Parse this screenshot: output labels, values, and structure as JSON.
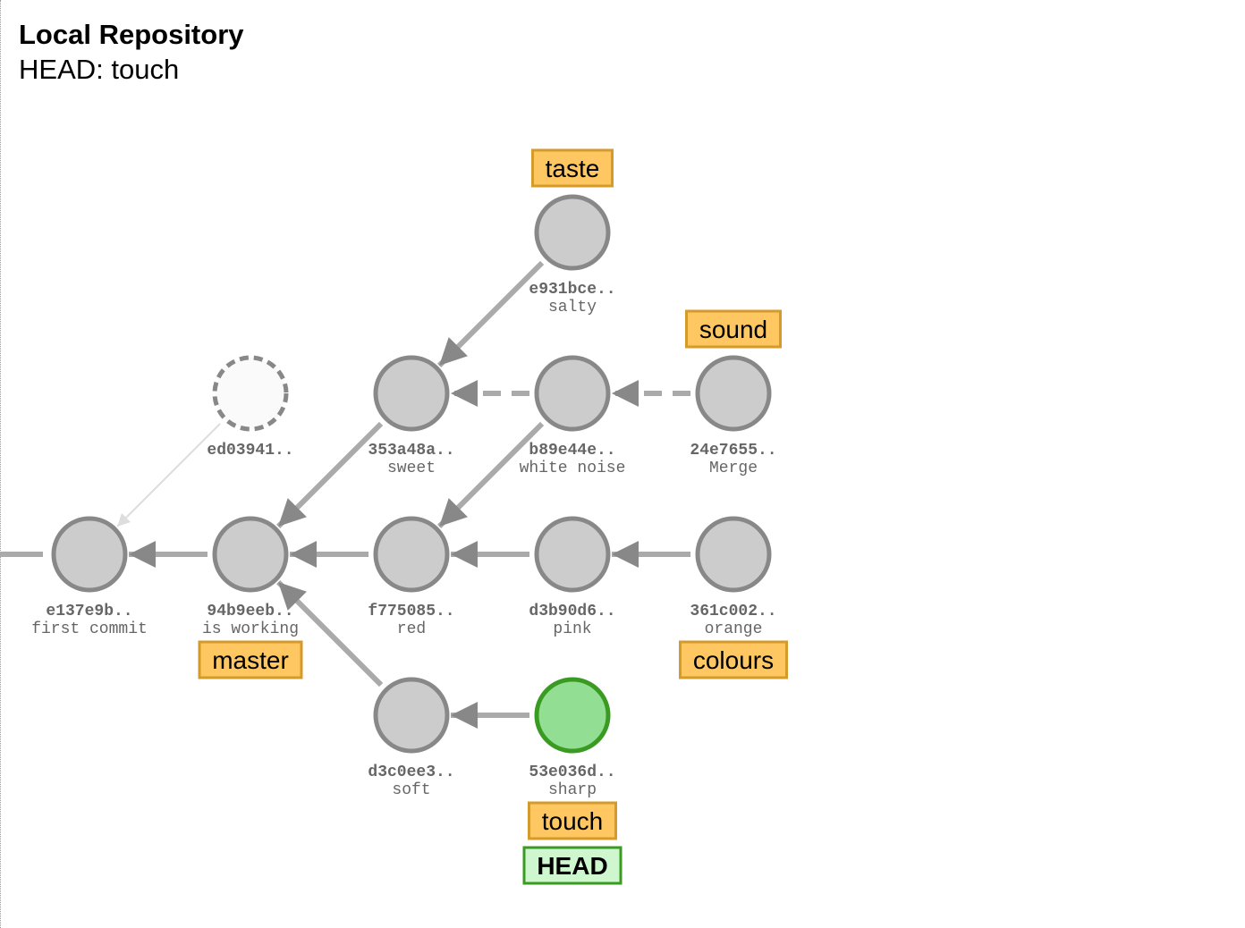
{
  "header": {
    "title": "Local Repository",
    "head_label": "HEAD: touch"
  },
  "colors": {
    "node_fill": "#cccccc",
    "node_stroke": "#888888",
    "head_node_fill": "#92de92",
    "head_node_stroke": "#3a9a22",
    "branch_fill": "#fec762",
    "branch_stroke": "#d49a2a",
    "head_tag_fill": "#cff7cf",
    "head_tag_stroke": "#3a9a22",
    "edge": "#aaaaaa"
  },
  "commits": [
    {
      "id": "e137e9b",
      "hash": "e137e9b..",
      "message": "first commit"
    },
    {
      "id": "94b9eeb",
      "hash": "94b9eeb..",
      "message": "is working"
    },
    {
      "id": "ed03941",
      "hash": "ed03941..",
      "message": "",
      "dangling": true
    },
    {
      "id": "353a48a",
      "hash": "353a48a..",
      "message": "sweet"
    },
    {
      "id": "f775085",
      "hash": "f775085..",
      "message": "red"
    },
    {
      "id": "d3c0ee3",
      "hash": "d3c0ee3..",
      "message": "soft"
    },
    {
      "id": "e931bce",
      "hash": "e931bce..",
      "message": "salty"
    },
    {
      "id": "b89e44e",
      "hash": "b89e44e..",
      "message": "white noise"
    },
    {
      "id": "d3b90d6",
      "hash": "d3b90d6..",
      "message": "pink"
    },
    {
      "id": "53e036d",
      "hash": "53e036d..",
      "message": "sharp",
      "head": true
    },
    {
      "id": "24e7655",
      "hash": "24e7655..",
      "message": "Merge"
    },
    {
      "id": "361c002",
      "hash": "361c002..",
      "message": "orange"
    }
  ],
  "edges": [
    {
      "from": "94b9eeb",
      "to": "e137e9b"
    },
    {
      "from": "ed03941",
      "to": "e137e9b",
      "style": "faint"
    },
    {
      "from": "353a48a",
      "to": "94b9eeb"
    },
    {
      "from": "f775085",
      "to": "94b9eeb"
    },
    {
      "from": "d3c0ee3",
      "to": "94b9eeb"
    },
    {
      "from": "e931bce",
      "to": "353a48a"
    },
    {
      "from": "b89e44e",
      "to": "353a48a",
      "style": "dashed"
    },
    {
      "from": "b89e44e",
      "to": "f775085"
    },
    {
      "from": "d3b90d6",
      "to": "f775085"
    },
    {
      "from": "53e036d",
      "to": "d3c0ee3"
    },
    {
      "from": "24e7655",
      "to": "b89e44e",
      "style": "dashed"
    },
    {
      "from": "361c002",
      "to": "d3b90d6"
    }
  ],
  "branches": [
    {
      "name": "taste",
      "commit": "e931bce",
      "side": "above"
    },
    {
      "name": "sound",
      "commit": "24e7655",
      "side": "above"
    },
    {
      "name": "master",
      "commit": "94b9eeb",
      "side": "below"
    },
    {
      "name": "colours",
      "commit": "361c002",
      "side": "below"
    },
    {
      "name": "touch",
      "commit": "53e036d",
      "side": "below"
    }
  ],
  "head_tag": {
    "label": "HEAD",
    "commit": "53e036d"
  }
}
